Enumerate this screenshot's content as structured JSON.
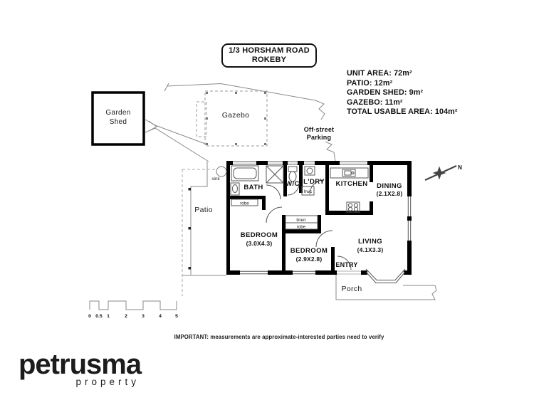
{
  "title": {
    "line1": "1/3 HORSHAM ROAD",
    "line2": "ROKEBY"
  },
  "area_summary": {
    "lines": [
      "UNIT AREA: 72m²",
      "PATIO: 12m²",
      "GARDEN SHED: 9m²",
      "GAZEBO: 11m²",
      "TOTAL USABLE AREA: 104m²"
    ]
  },
  "plan": {
    "outbuildings": {
      "garden_shed_line1": "Garden",
      "garden_shed_line2": "Shed",
      "gazebo": "Gazebo"
    },
    "site": {
      "off_street_line1": "Off-street",
      "off_street_line2": "Parking",
      "patio": "Patio",
      "porch": "Porch",
      "entry": "ENTRY",
      "sink": "sink"
    },
    "rooms": {
      "bath": "BATH",
      "wc": "W/C",
      "laundry": "L'DRY",
      "kitchen": "KITCHEN",
      "dining": "DINING",
      "dining_dims": "(2.1X2.8)",
      "bedroom1": "BEDROOM",
      "bedroom1_dims": "(3.0X4.3)",
      "bedroom2": "BEDROOM",
      "bedroom2_dims": "(2.9X2.8)",
      "living": "LIVING",
      "living_dims": "(4.1X3.3)"
    },
    "storage": {
      "robe_bed1": "robe",
      "linen": "linen",
      "robe_bed2": "robe",
      "hwc": "hwc"
    },
    "compass_label": "N",
    "scale_bar": {
      "labels": [
        "0",
        "0.5",
        "1",
        "2",
        "3",
        "4",
        "5"
      ]
    }
  },
  "disclaimer": "IMPORTANT: measurements are approximate-interested parties need to verify",
  "logo": {
    "brand": "petrusma",
    "tagline": "property"
  },
  "colors": {
    "wall": "#000000",
    "fixture_line": "#555555",
    "site_line": "#8a8a8a",
    "dashed_line": "#aaaaaa",
    "text": "#111111",
    "logo": "#1c1c1c"
  }
}
